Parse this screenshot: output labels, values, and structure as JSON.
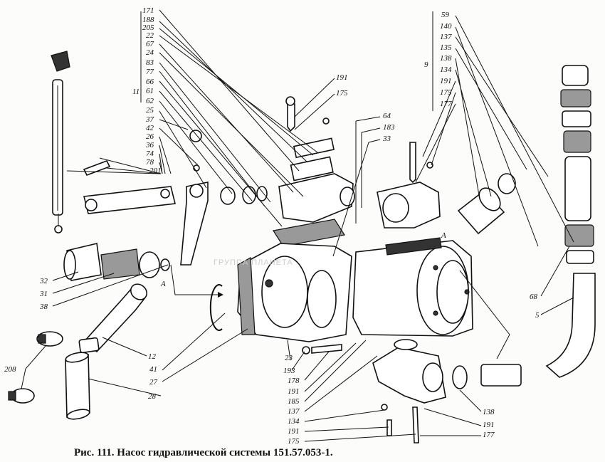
{
  "caption": "Рис. 111. Насос гидравлической системы 151.57.053-1.",
  "watermark": "ГРУППА ПЛАНЕТА",
  "arrow_marks": [
    "A",
    "A"
  ],
  "group_labels": {
    "left_group": "11",
    "right_group": "9"
  },
  "labels_left_column": [
    "171",
    "188",
    "205",
    "22",
    "67",
    "24",
    "83",
    "77",
    "66",
    "61",
    "62",
    "25",
    "37",
    "42",
    "26",
    "36",
    "74",
    "78",
    "201"
  ],
  "labels_right_column": [
    "59",
    "140",
    "137",
    "135",
    "138",
    "134",
    "191",
    "175",
    "177"
  ],
  "labels_top_center": [
    "191",
    "175",
    "64",
    "183",
    "33"
  ],
  "labels_left_side": [
    "32",
    "31",
    "38",
    "208"
  ],
  "labels_bottom_center": [
    "12",
    "41",
    "27",
    "28",
    "23",
    "193",
    "178",
    "191",
    "185",
    "137",
    "134",
    "191",
    "175"
  ],
  "labels_bottom_right": [
    "138",
    "191",
    "177",
    "68",
    "5"
  ]
}
